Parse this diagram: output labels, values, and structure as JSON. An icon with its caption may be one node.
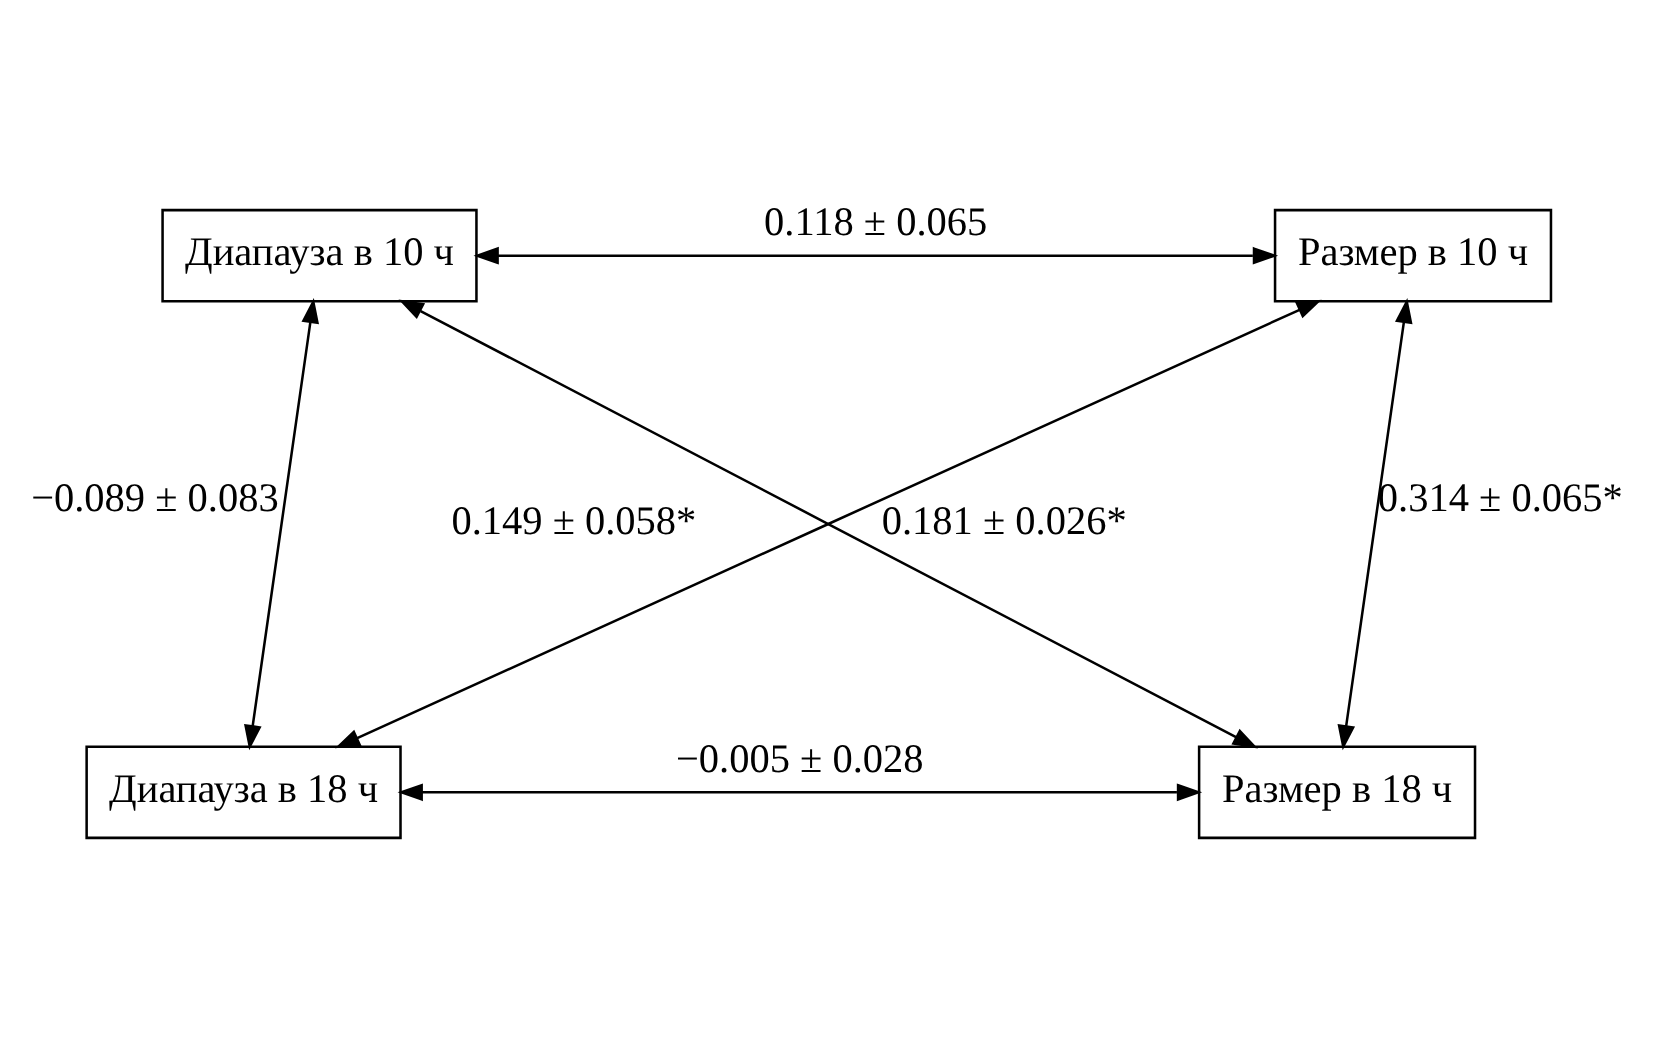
{
  "diagram": {
    "nodes": [
      {
        "text": [
          "Диапауза в 10 ч"
        ]
      },
      {
        "text": [
          "Размер в 10 ч"
        ]
      },
      {
        "text": [
          "Диапауза в 18 ч"
        ]
      },
      {
        "text": [
          "Размер в 18 ч"
        ]
      }
    ],
    "edges": [
      {
        "from": 0,
        "to": 1,
        "arrow": "both",
        "label": "0.118 ± 0.065"
      },
      {
        "from": 0,
        "to": 2,
        "arrow": "both",
        "label": "−0.089 ± 0.083"
      },
      {
        "from": 0,
        "to": 3,
        "arrow": "both",
        "label": "0.149 ± 0.058*"
      },
      {
        "from": 1,
        "to": 2,
        "arrow": "both",
        "label": "0.181 ± 0.026*"
      },
      {
        "from": 1,
        "to": 3,
        "arrow": "both",
        "label": "0.314 ± 0.065*"
      },
      {
        "from": 2,
        "to": 3,
        "arrow": "both",
        "label": "−0.005 ± 0.028"
      }
    ]
  }
}
